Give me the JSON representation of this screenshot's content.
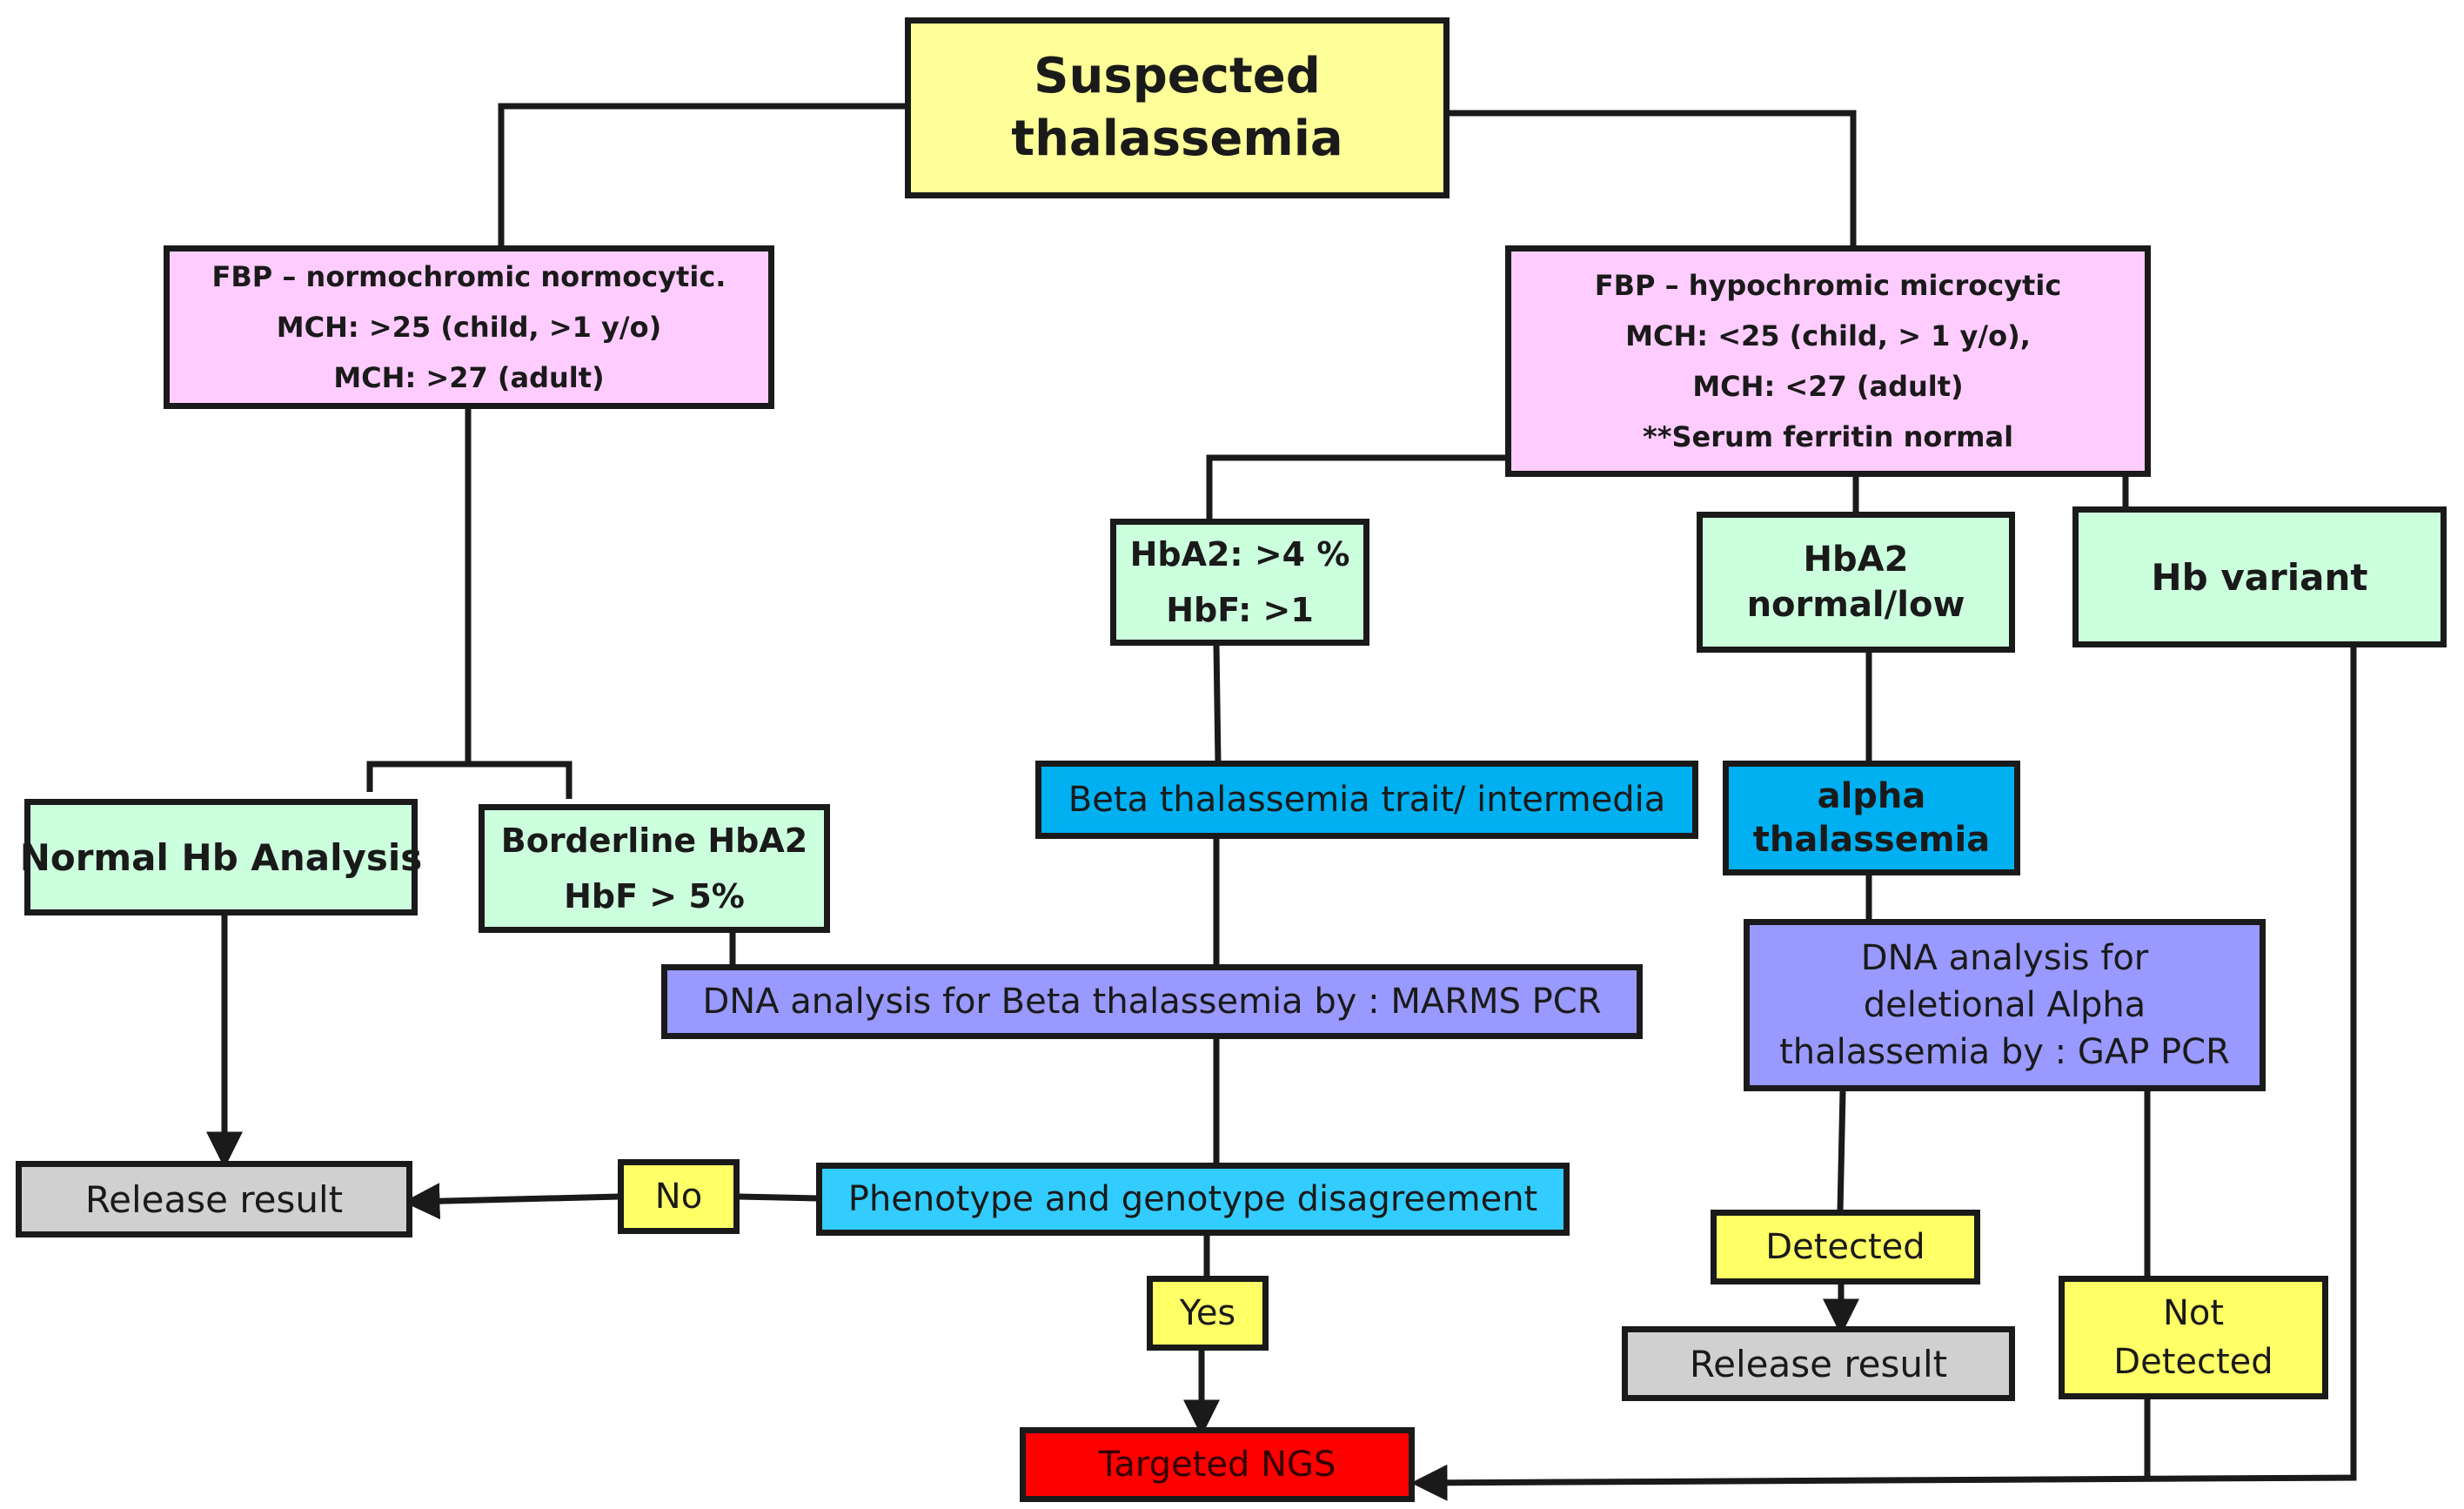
{
  "colors": {
    "start": "#ffff99",
    "criteria": "#ffccff",
    "result": "#ccffdd",
    "diagnosis": "#00b0f0",
    "dna_test": "#9999ff",
    "release": "#d0d0d0",
    "ngs": "#ff0000",
    "decision": "#ffff66",
    "disagreement": "#33ccff",
    "line": "#1a1a1a"
  },
  "nodes": {
    "start": {
      "line1": "Suspected",
      "line2": "thalassemia"
    },
    "normochromic": {
      "line1": "FBP – normochromic normocytic.",
      "line2": "MCH: >25 (child, >1 y/o)",
      "line3": "MCH: >27 (adult)"
    },
    "hypochromic": {
      "line1": "FBP – hypochromic microcytic",
      "line2": "MCH: <25 (child, > 1 y/o),",
      "line3": "MCH: <27 (adult)",
      "line4": "**Serum ferritin normal"
    },
    "hba2_high": {
      "line1": "HbA2: >4 %",
      "line2": "HbF: >1"
    },
    "hba2_normal": {
      "line1": "HbA2",
      "line2": "normal/low"
    },
    "hb_variant": {
      "line1": "Hb variant"
    },
    "normal_hb": {
      "line1": "Normal Hb Analysis"
    },
    "borderline": {
      "line1": "Borderline HbA2",
      "line2": "HbF > 5%"
    },
    "beta_trait": {
      "line1": "Beta thalassemia trait/ intermedia"
    },
    "alpha_thal": {
      "line1": "alpha",
      "line2": "thalassemia"
    },
    "dna_beta": {
      "line1": "DNA analysis for Beta thalassemia by : MARMS PCR"
    },
    "dna_alpha": {
      "line1": "DNA analysis for",
      "line2": "deletional Alpha",
      "line3": "thalassemia by : GAP PCR"
    },
    "release_left": {
      "line1": "Release result"
    },
    "no": {
      "line1": "No"
    },
    "disagreement": {
      "line1": "Phenotype and genotype disagreement"
    },
    "yes": {
      "line1": "Yes"
    },
    "ngs": {
      "line1": "Targeted NGS"
    },
    "detected": {
      "line1": "Detected"
    },
    "release_right": {
      "line1": "Release result"
    },
    "not_detected": {
      "line1": "Not",
      "line2": "Detected"
    }
  }
}
